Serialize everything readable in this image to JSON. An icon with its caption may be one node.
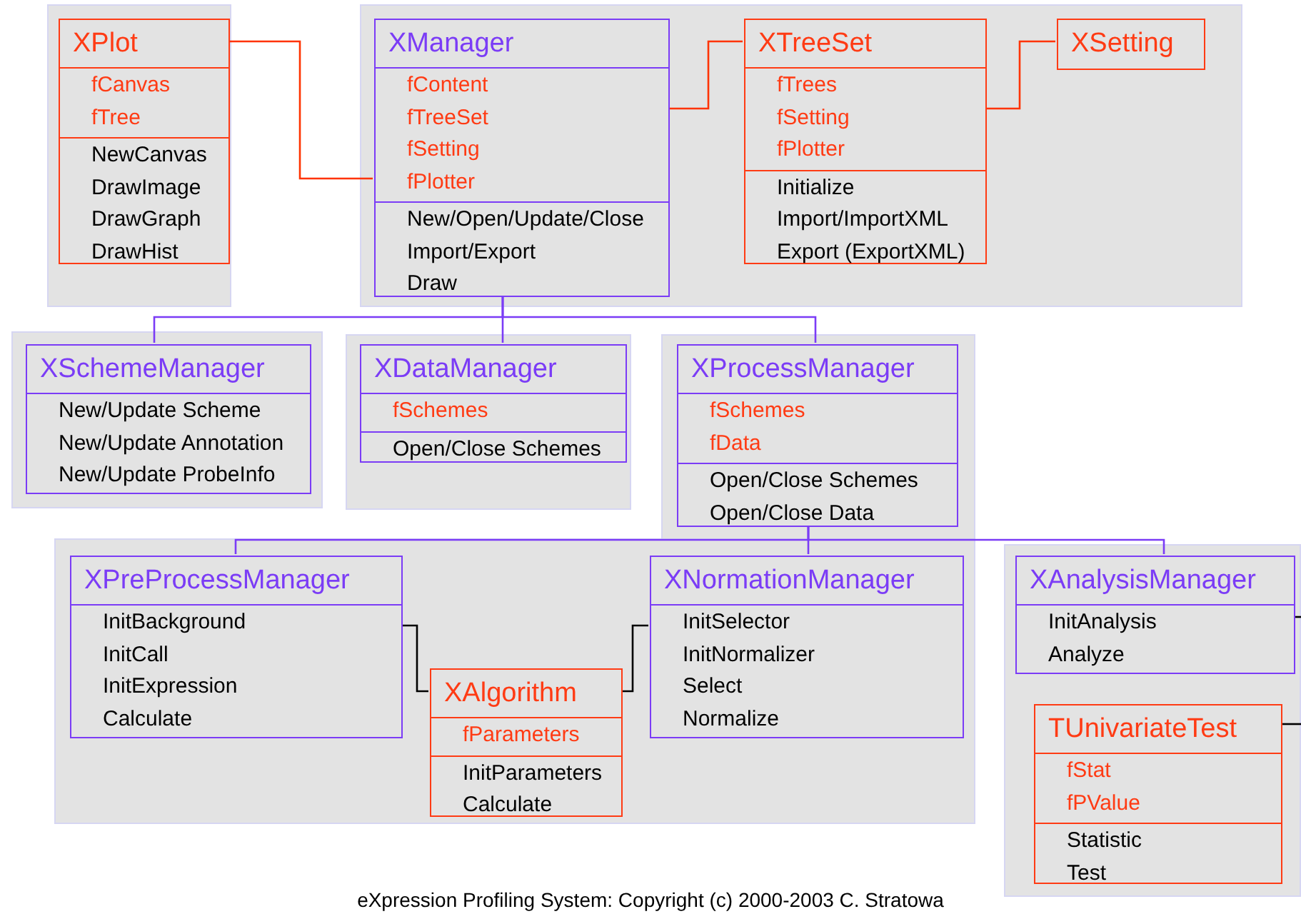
{
  "diagram": {
    "caption": "eXpression Profiling System: Copyright (c) 2000-2003 C. Stratowa",
    "nodes": [
      {
        "text": [],
        "shape": "box"
      },
      {
        "text": [
          "XPlot",
          "fCanvas",
          "fTree",
          "NewCanvas",
          "DrawImage",
          "DrawGraph",
          "DrawHist"
        ],
        "in": 0
      },
      {
        "text": [],
        "shape": "box"
      },
      {
        "text": [
          "XManager",
          "fContent",
          "fTreeSet",
          "fSetting",
          "fPlotter",
          "New/Open/Update/Close",
          "Import/Export",
          "Draw"
        ],
        "in": 2
      },
      {
        "text": [
          "XTreeSet",
          "fTrees",
          "fSetting",
          "fPlotter",
          "Initialize",
          "Import/ImportXML",
          "Export (ExportXML)"
        ],
        "in": 2
      },
      {
        "text": [
          "XSetting"
        ],
        "in": 2
      },
      {
        "text": [],
        "shape": "box"
      },
      {
        "text": [
          "XSchemeManager",
          "New/Update Scheme",
          "New/Update Annotation",
          "New/Update ProbeInfo"
        ],
        "in": 6
      },
      {
        "text": [],
        "shape": "box"
      },
      {
        "text": [
          "XDataManager",
          "fSchemes",
          "Open/Close Schemes"
        ],
        "in": 8
      },
      {
        "text": [],
        "shape": "box"
      },
      {
        "text": [
          "XProcessManager",
          "fSchemes",
          "fData",
          "Open/Close Schemes",
          "Open/Close Data"
        ],
        "in": 10
      },
      {
        "text": [],
        "shape": "box"
      },
      {
        "text": [
          "XPreProcessManager",
          "InitBackground",
          "InitCall",
          "InitExpression",
          "Calculate"
        ],
        "in": 12
      },
      {
        "text": [
          "XAlgorithm",
          "fParameters",
          "InitParameters",
          "Calculate"
        ],
        "in": 12
      },
      {
        "text": [
          "XNormationManager",
          "InitSelector",
          "InitNormalizer",
          "Select",
          "Normalize"
        ],
        "in": 12
      },
      {
        "text": [],
        "shape": "box"
      },
      {
        "text": [
          "XAnalysisManager",
          "InitAnalysis",
          "Analyze"
        ],
        "in": 16
      },
      {
        "text": [
          "TUnivariateTest",
          "fStat",
          "fPValue",
          "Statistic",
          "Test"
        ],
        "in": 16
      }
    ],
    "edges": [
      {
        "from": 1,
        "to": 3,
        "arrow": "none",
        "color": "#ff3300"
      },
      {
        "from": 3,
        "to": 4,
        "arrow": "none",
        "color": "#ff3300"
      },
      {
        "from": 4,
        "to": 5,
        "arrow": "none",
        "color": "#ff3300"
      },
      {
        "from": 3,
        "to": 7,
        "arrow": "none"
      },
      {
        "from": 3,
        "to": 9,
        "arrow": "none"
      },
      {
        "from": 3,
        "to": 11,
        "arrow": "none"
      },
      {
        "from": 11,
        "to": 13,
        "arrow": "none"
      },
      {
        "from": 11,
        "to": 15,
        "arrow": "none"
      },
      {
        "from": 11,
        "to": 17,
        "arrow": "none"
      },
      {
        "from": 13,
        "to": 14,
        "arrow": "none",
        "color": "#000000"
      },
      {
        "from": 14,
        "to": 15,
        "arrow": "none",
        "color": "#000000"
      },
      {
        "from": 17,
        "to": null,
        "arrow": "none",
        "color": "#000000"
      },
      {
        "from": 18,
        "to": null,
        "arrow": "none",
        "color": "#000000"
      }
    ]
  }
}
